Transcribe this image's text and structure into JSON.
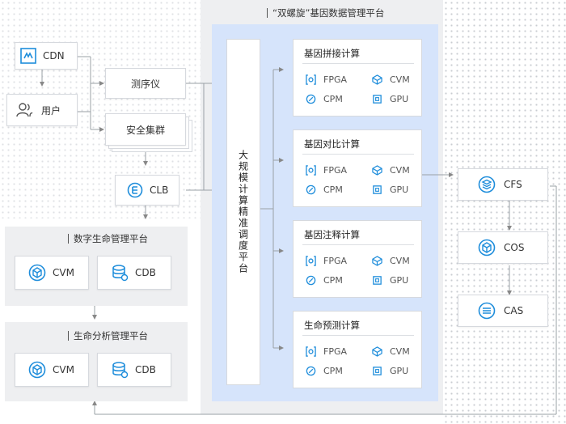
{
  "header": {
    "title": "“双螺旋”基因数据管理平台"
  },
  "left": {
    "cdn": "CDN",
    "user": "用户",
    "sequencer": "测序仪",
    "security": "安全集群",
    "clb": "CLB",
    "digital_platform": {
      "title": "数字生命管理平台",
      "cvm": "CVM",
      "cdb": "CDB"
    },
    "analysis_platform": {
      "title": "生命分析管理平台",
      "cvm": "CVM",
      "cdb": "CDB"
    }
  },
  "scheduler": {
    "label": "大规模计算精准调度平台"
  },
  "compute": [
    {
      "title": "基因拼接计算",
      "items": [
        "FPGA",
        "CVM",
        "CPM",
        "GPU"
      ]
    },
    {
      "title": "基因对比计算",
      "items": [
        "FPGA",
        "CVM",
        "CPM",
        "GPU"
      ]
    },
    {
      "title": "基因注释计算",
      "items": [
        "FPGA",
        "CVM",
        "CPM",
        "GPU"
      ]
    },
    {
      "title": "生命预测计算",
      "items": [
        "FPGA",
        "CVM",
        "CPM",
        "GPU"
      ]
    }
  ],
  "storage": {
    "cfs": "CFS",
    "cos": "COS",
    "cas": "CAS"
  },
  "colors": {
    "accent": "#1e8ddb",
    "panel": "#eeeff1",
    "scheduler_bg": "#d6e4fb"
  }
}
